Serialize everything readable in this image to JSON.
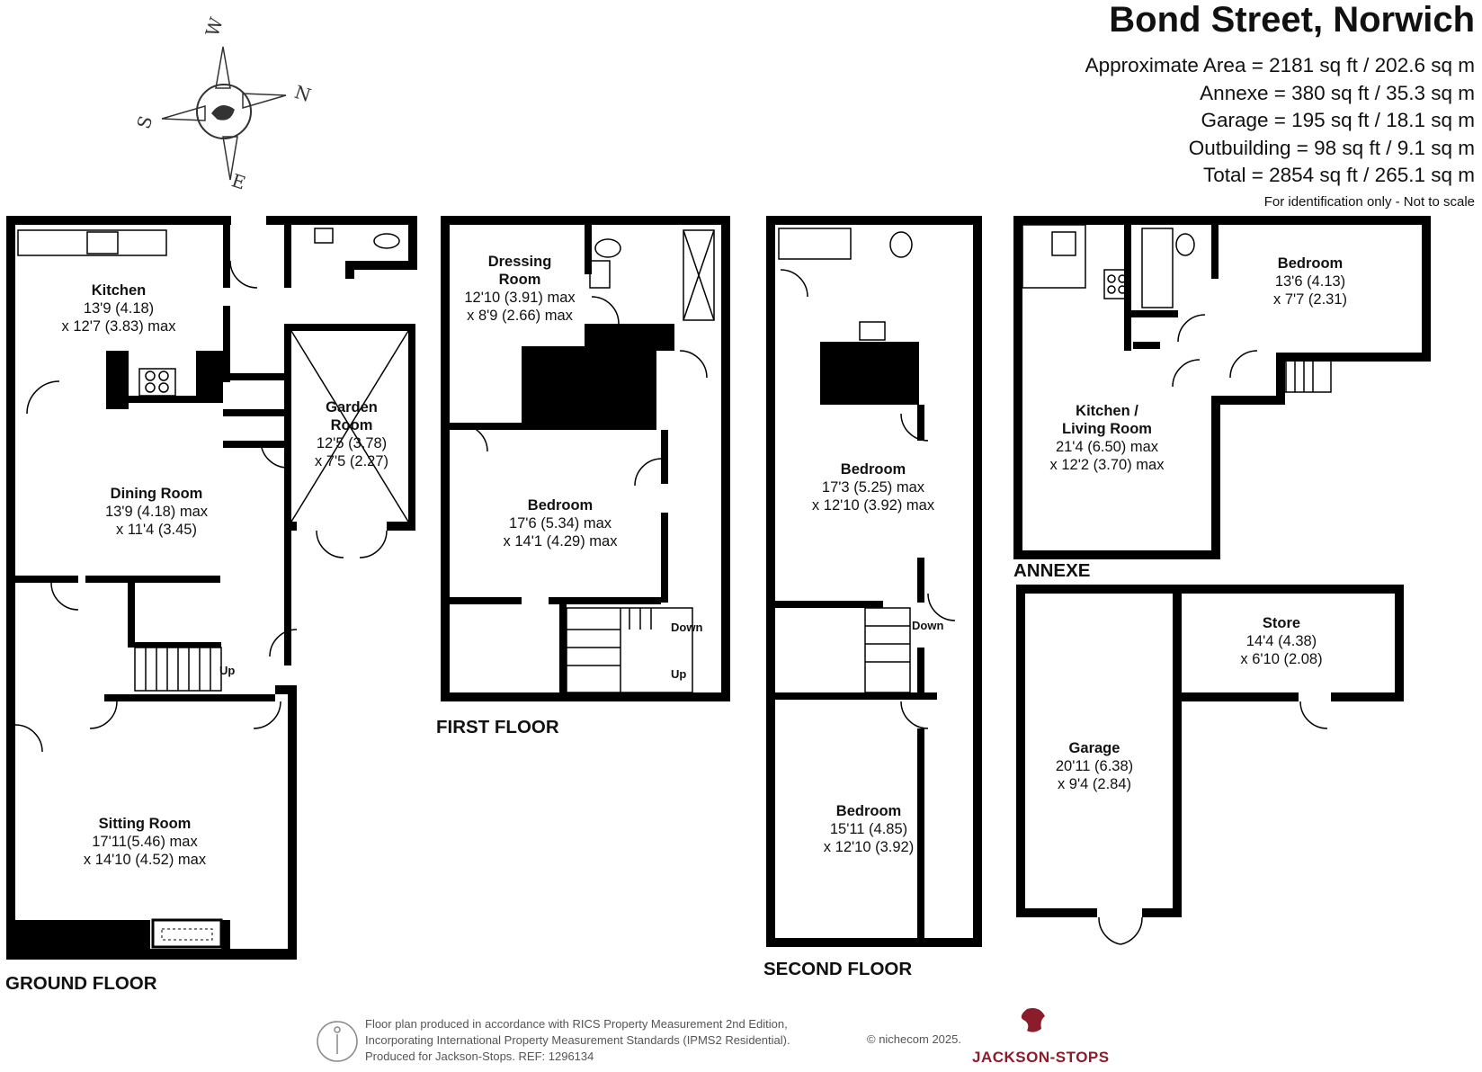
{
  "header": {
    "title": "Bond Street, Norwich",
    "areas": [
      "Approximate Area = 2181 sq ft / 202.6 sq m",
      "Annexe = 380 sq ft / 35.3 sq m",
      "Garage = 195 sq ft / 18.1 sq m",
      "Outbuilding = 98 sq ft / 9.1 sq m",
      "Total = 2854 sq ft / 265.1 sq m"
    ],
    "note": "For identification only - Not to scale"
  },
  "compass": {
    "w": "W",
    "n": "N",
    "s": "S",
    "e": "E"
  },
  "floors": {
    "ground": "GROUND FLOOR",
    "first": "FIRST FLOOR",
    "second": "SECOND FLOOR",
    "annexe": "ANNEXE"
  },
  "rooms": {
    "kitchen": {
      "name": "Kitchen",
      "d1": "13'9 (4.18)",
      "d2": "x 12'7 (3.83) max"
    },
    "garden": {
      "name1": "Garden",
      "name2": "Room",
      "d1": "12'5 (3.78)",
      "d2": "x 7'5 (2.27)"
    },
    "dining": {
      "name": "Dining Room",
      "d1": "13'9 (4.18) max",
      "d2": "x 11'4 (3.45)"
    },
    "sitting": {
      "name": "Sitting Room",
      "d1": "17'11(5.46) max",
      "d2": "x 14'10 (4.52) max"
    },
    "dressing": {
      "name1": "Dressing",
      "name2": "Room",
      "d1": "12'10 (3.91) max",
      "d2": "x 8'9 (2.66) max"
    },
    "bed1": {
      "name": "Bedroom",
      "d1": "17'6 (5.34) max",
      "d2": "x 14'1 (4.29) max"
    },
    "bed2": {
      "name": "Bedroom",
      "d1": "17'3 (5.25) max",
      "d2": "x 12'10 (3.92) max"
    },
    "bed3": {
      "name": "Bedroom",
      "d1": "15'11 (4.85)",
      "d2": "x 12'10 (3.92)"
    },
    "annexe_bed": {
      "name": "Bedroom",
      "d1": "13'6 (4.13)",
      "d2": "x 7'7 (2.31)"
    },
    "annexe_kitchen": {
      "name1": "Kitchen /",
      "name2": "Living Room",
      "d1": "21'4 (6.50) max",
      "d2": "x 12'2 (3.70) max"
    },
    "store": {
      "name": "Store",
      "d1": "14'4 (4.38)",
      "d2": "x 6'10 (2.08)"
    },
    "garage": {
      "name": "Garage",
      "d1": "20'11 (6.38)",
      "d2": "x 9'4 (2.84)"
    }
  },
  "stairs": {
    "ground_up": "Up",
    "first_down": "Down",
    "first_up": "Up",
    "second_down": "Down"
  },
  "footer": {
    "line1": "Floor plan produced in accordance with RICS Property Measurement 2nd Edition,",
    "line2": "Incorporating International Property Measurement Standards (IPMS2 Residential).",
    "line3": "Produced for Jackson-Stops.   REF:  1296134",
    "copyright": "© nichecom 2025.",
    "brand": "JACKSON-STOPS"
  },
  "colors": {
    "wall": "#000000",
    "brand": "#8b1c2a",
    "footer_text": "#555555"
  }
}
